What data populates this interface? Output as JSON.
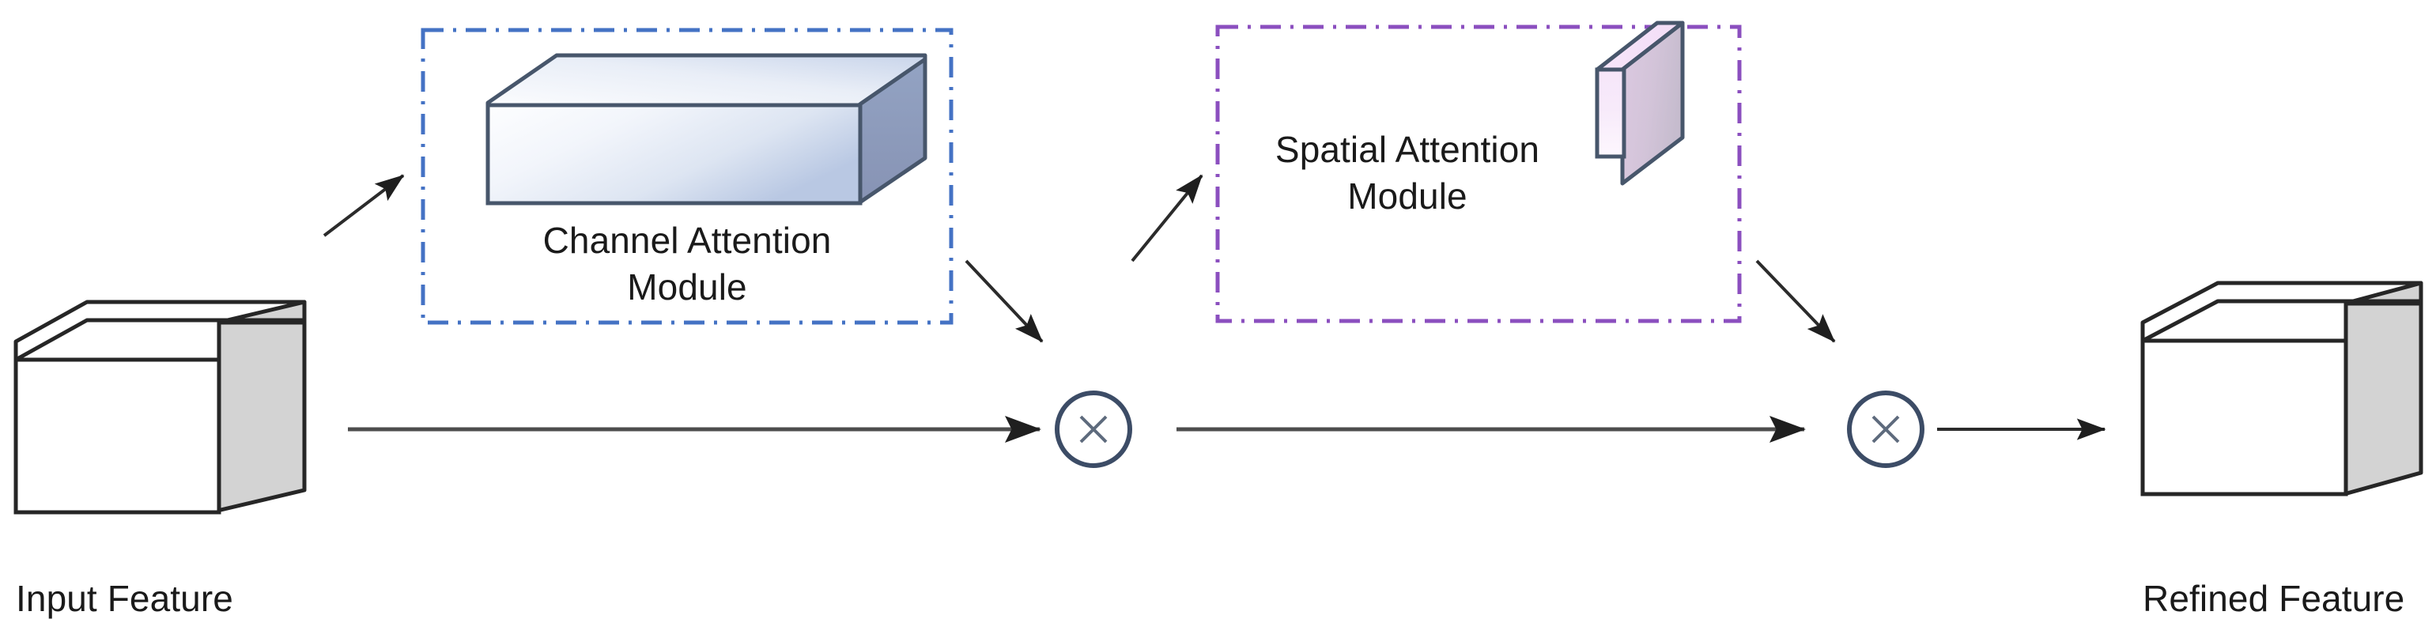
{
  "diagram": {
    "title": "Convolutional Block Attention Module pipeline",
    "background_color": "#ffffff"
  },
  "nodes": {
    "input_feature": {
      "label": "Input Feature",
      "shape": "3d-box",
      "front_face_color": "#ffffff",
      "side_face_color": "#d3d3d3",
      "outline_color": "#262626"
    },
    "refined_feature": {
      "label": "Refined Feature",
      "shape": "3d-box",
      "front_face_color": "#ffffff",
      "side_face_color": "#d3d3d3",
      "outline_color": "#262626"
    },
    "channel_module": {
      "label": "Channel Attention\nModule",
      "label_line_1": "Channel Attention",
      "label_line_2": "Module",
      "border_color": "#4472c4",
      "border_style": "dash-dot",
      "icon_shape": "3d-slab-wide",
      "icon_front_light": "#fdfeff",
      "icon_front_dark": "#b9c8e3",
      "icon_top_light": "#fafbfd",
      "icon_top_dark": "#c9d5ea",
      "icon_side_color": "#8d9dbe",
      "icon_outline_color": "#47566b"
    },
    "spatial_module": {
      "label": "Spatial Attention\nModule",
      "label_line_1": "Spatial Attention",
      "label_line_2": "Module",
      "border_color": "#8b4fbf",
      "border_style": "dash-dot",
      "icon_shape": "3d-slab-thin-vertical",
      "icon_front_light": "#fdf5fd",
      "icon_front_dark": "#f0d8f4",
      "icon_top_color": "#f6e4f8",
      "icon_side_light": "#d8c5dd",
      "icon_side_dark": "#c9bdd1",
      "icon_outline_color": "#47566b"
    },
    "multiply_1": {
      "symbol": "×",
      "shape": "circle",
      "border_color": "#3c4c66",
      "symbol_color": "#5e6b7d",
      "fill_color": "#ffffff"
    },
    "multiply_2": {
      "symbol": "×",
      "shape": "circle",
      "border_color": "#3c4c66",
      "symbol_color": "#5e6b7d",
      "fill_color": "#ffffff"
    }
  },
  "edges": [
    {
      "name": "input-to-channel",
      "from": "input_feature",
      "to": "channel_module",
      "style": "diagonal-arrow-up",
      "color": "#2b2b2b"
    },
    {
      "name": "input-to-multiply-1",
      "from": "input_feature",
      "to": "multiply_1",
      "style": "horizontal-arrow",
      "color": "#4d4d4d"
    },
    {
      "name": "channel-to-multiply-1",
      "from": "channel_module",
      "to": "multiply_1",
      "style": "diagonal-arrow-down",
      "color": "#2b2b2b"
    },
    {
      "name": "multiply-1-to-spatial",
      "from": "multiply_1",
      "to": "spatial_module",
      "style": "diagonal-arrow-up",
      "color": "#2b2b2b"
    },
    {
      "name": "multiply-1-to-multiply-2",
      "from": "multiply_1",
      "to": "multiply_2",
      "style": "horizontal-arrow",
      "color": "#4d4d4d"
    },
    {
      "name": "spatial-to-multiply-2",
      "from": "spatial_module",
      "to": "multiply_2",
      "style": "diagonal-arrow-down",
      "color": "#2b2b2b"
    },
    {
      "name": "multiply-2-to-refined",
      "from": "multiply_2",
      "to": "refined_feature",
      "style": "horizontal-arrow",
      "color": "#2b2b2b"
    }
  ]
}
